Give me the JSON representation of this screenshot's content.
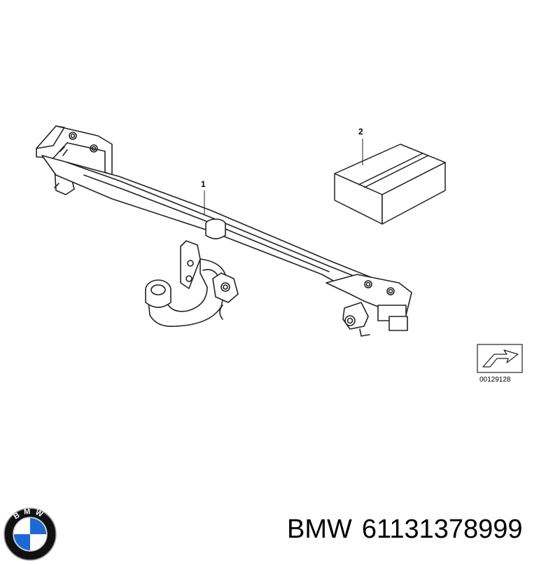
{
  "diagram": {
    "callout_1": "1",
    "callout_2": "2",
    "reference_code": "00129128"
  },
  "logo": {
    "letters": "BMW",
    "colors": {
      "ring": "#111111",
      "blue": "#1c69d4",
      "white": "#ffffff"
    }
  },
  "caption": {
    "brand": "BMW",
    "part_number": "61131378999"
  }
}
